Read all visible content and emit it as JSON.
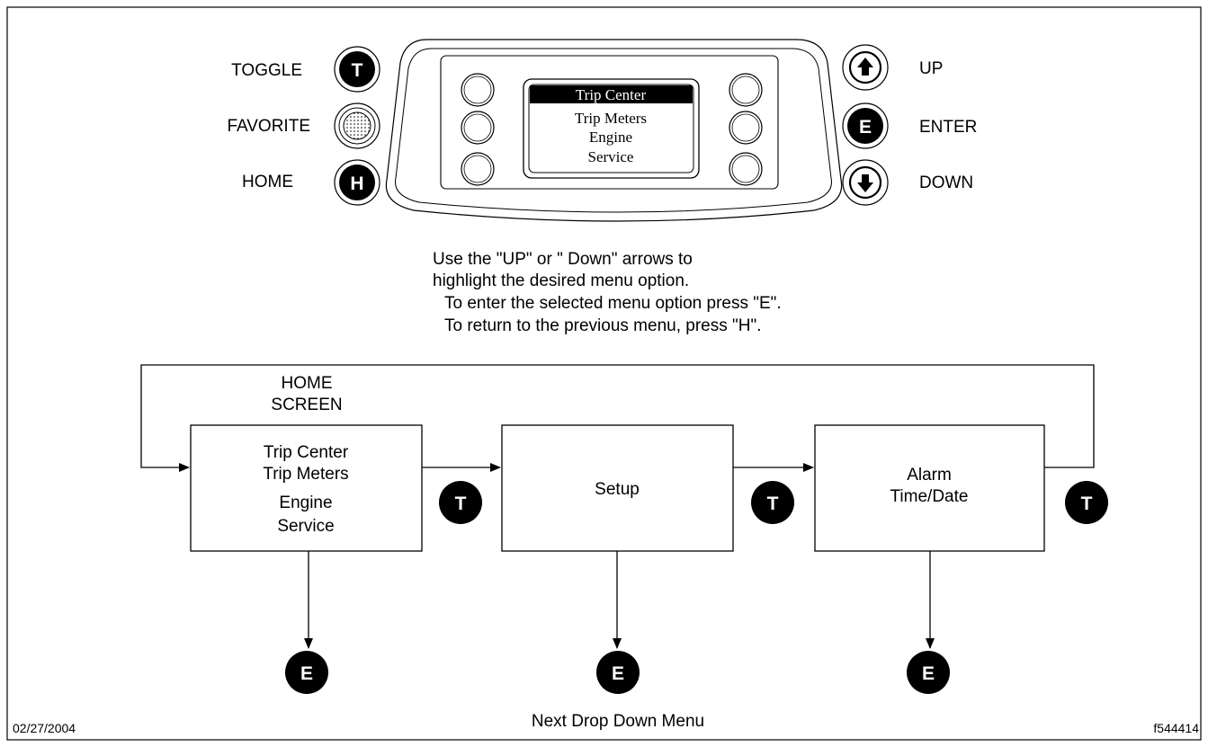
{
  "panel": {
    "left_labels": {
      "toggle": "TOGGLE",
      "favorite": "FAVORITE",
      "home": "HOME"
    },
    "right_labels": {
      "up": "UP",
      "enter": "ENTER",
      "down": "DOWN"
    },
    "button_letters": {
      "toggle": "T",
      "home": "H",
      "enter": "E"
    },
    "screen": {
      "title": "Trip Center",
      "items": [
        "Trip Meters",
        "Engine",
        "Service"
      ]
    }
  },
  "instructions": [
    "Use the \"UP\" or \" Down\" arrows to",
    "highlight the desired menu option.",
    "To enter the selected menu option press \"E\".",
    "To return to the previous menu, press \"H\"."
  ],
  "flow": {
    "home_label": [
      "HOME",
      "SCREEN"
    ],
    "boxes": [
      {
        "lines": [
          "Trip Center",
          "Trip Meters",
          "Engine",
          "Service"
        ]
      },
      {
        "lines": [
          "Setup"
        ]
      },
      {
        "lines": [
          "Alarm",
          "Time/Date"
        ]
      }
    ],
    "toggle_letter": "T",
    "enter_letter": "E",
    "bottom_caption": "Next Drop Down Menu"
  },
  "footer": {
    "date": "02/27/2004",
    "figure_id": "f544414"
  }
}
